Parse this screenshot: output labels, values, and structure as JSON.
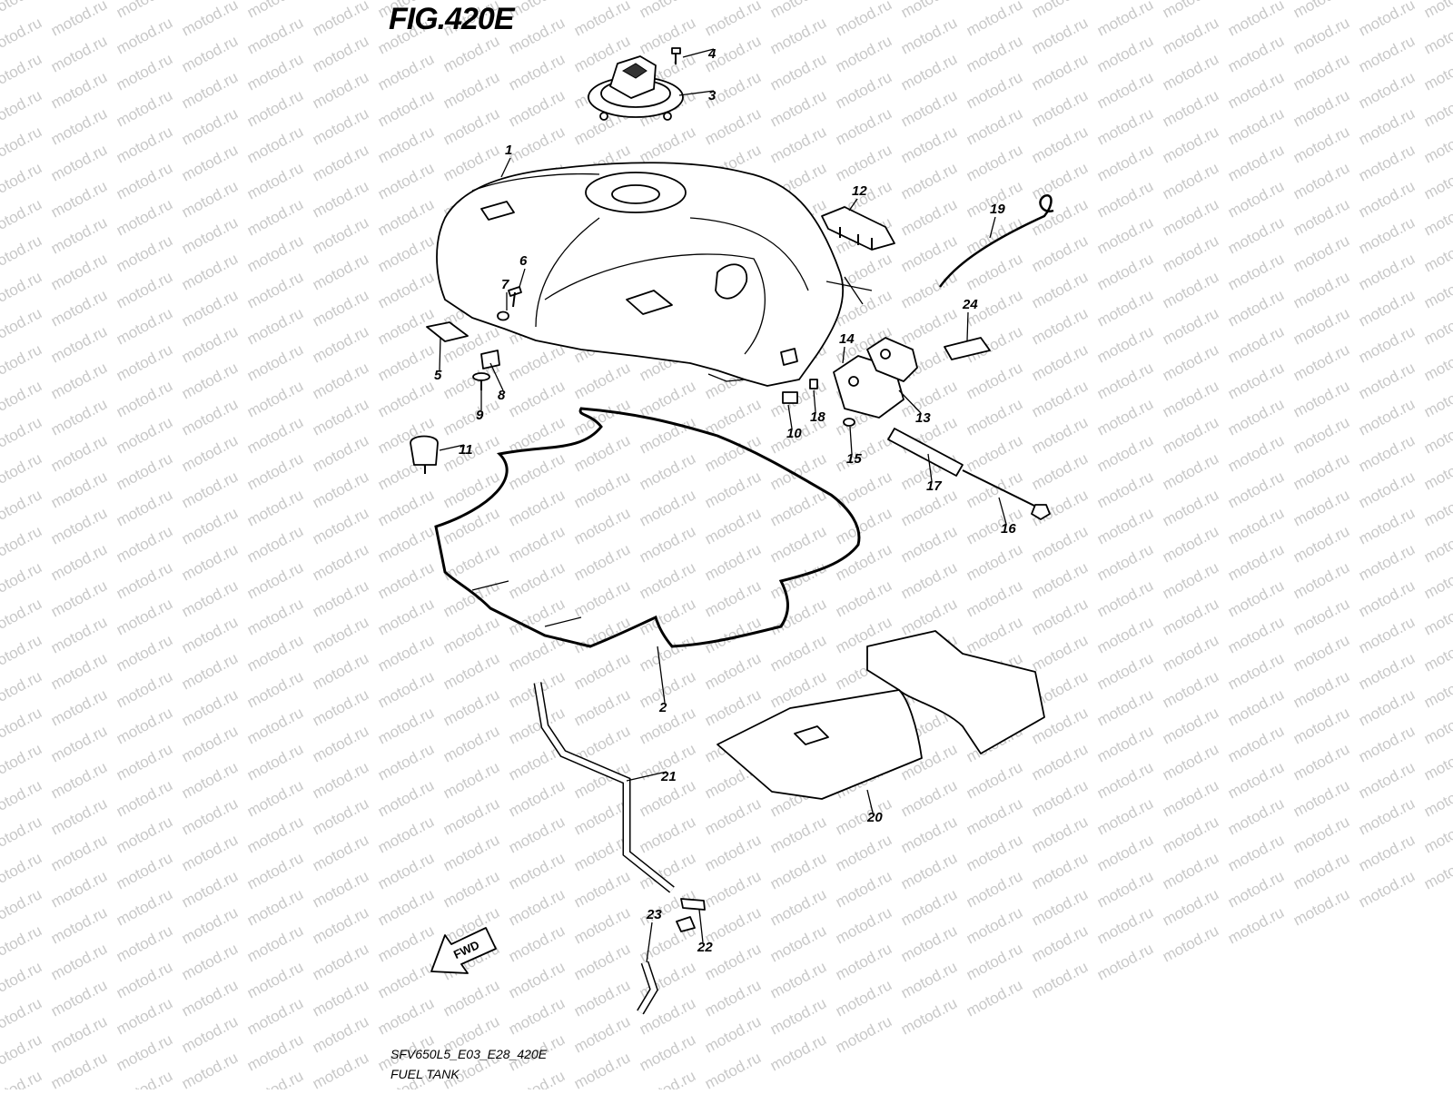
{
  "figure": {
    "title": "FIG.420E",
    "code": "SFV650L5_E03_E28_420E",
    "caption": "FUEL TANK"
  },
  "watermark": "motod.ru",
  "fwd_label": "FWD",
  "callouts": [
    "1",
    "2",
    "3",
    "4",
    "5",
    "6",
    "7",
    "8",
    "9",
    "10",
    "11",
    "12",
    "13",
    "14",
    "15",
    "16",
    "17",
    "18",
    "19",
    "20",
    "21",
    "22",
    "23",
    "24"
  ]
}
